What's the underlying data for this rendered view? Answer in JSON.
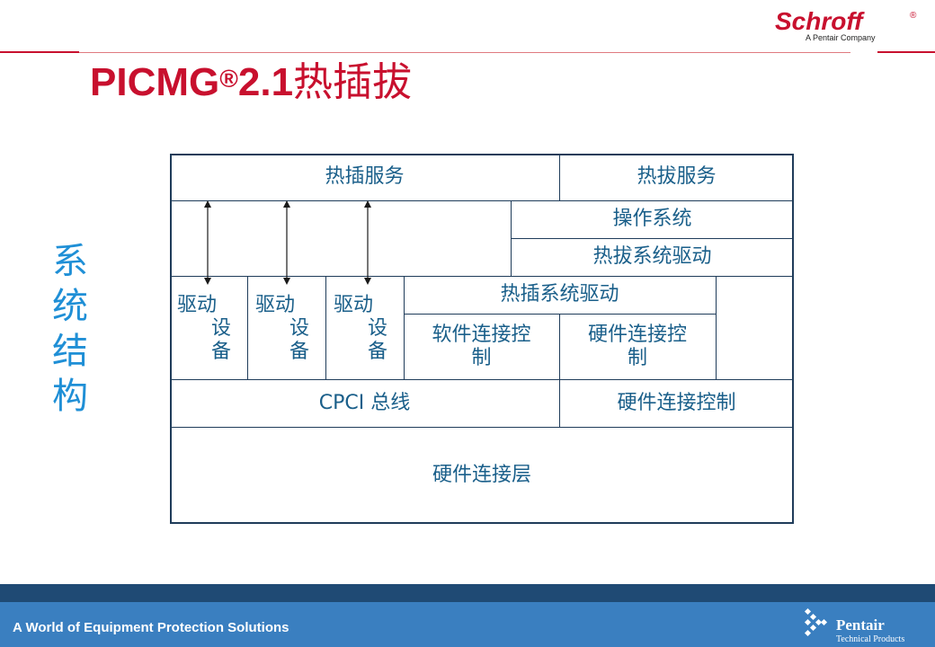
{
  "header": {
    "logo_word": "Schroff",
    "logo_reg": "®",
    "logo_sub": "A Pentair Company",
    "title_main": "PICMG",
    "title_reg": "®",
    "title_version": "2.1",
    "title_cjk": "热插拔"
  },
  "side_label": [
    "系",
    "统",
    "结",
    "构"
  ],
  "diagram": {
    "hot_insert_service": "热插服务",
    "hot_remove_service": "热拔服务",
    "operating_system": "操作系统",
    "hot_remove_system_driver": "热拔系统驱动",
    "drivers": [
      {
        "line1": "驱动",
        "line2": "设",
        "line3": "备"
      },
      {
        "line1": "驱动",
        "line2": "设",
        "line3": "备"
      },
      {
        "line1": "驱动",
        "line2": "设",
        "line3": "备"
      }
    ],
    "hot_insert_system_driver": "热插系统驱动",
    "software_connection_control_line1": "软件连接控",
    "software_connection_control_line2": "制",
    "hardware_connection_control_cell_line1": "硬件连接控",
    "hardware_connection_control_cell_line2": "制",
    "cpci_bus": "CPCI 总线",
    "hardware_connection_control": "硬件连接控制",
    "hardware_connection_layer": "硬件连接层"
  },
  "footer": {
    "tagline": "A World of Equipment Protection Solutions",
    "brand": "Pentair",
    "brand_sub": "Technical Products"
  },
  "colors": {
    "accent_red": "#c8102e",
    "text_blue": "#1a5f8a",
    "side_blue": "#1f8fd6",
    "bar_blue": "#3a7fc0",
    "bar_dark": "#1f4a74",
    "frame": "#1f3c5a"
  }
}
